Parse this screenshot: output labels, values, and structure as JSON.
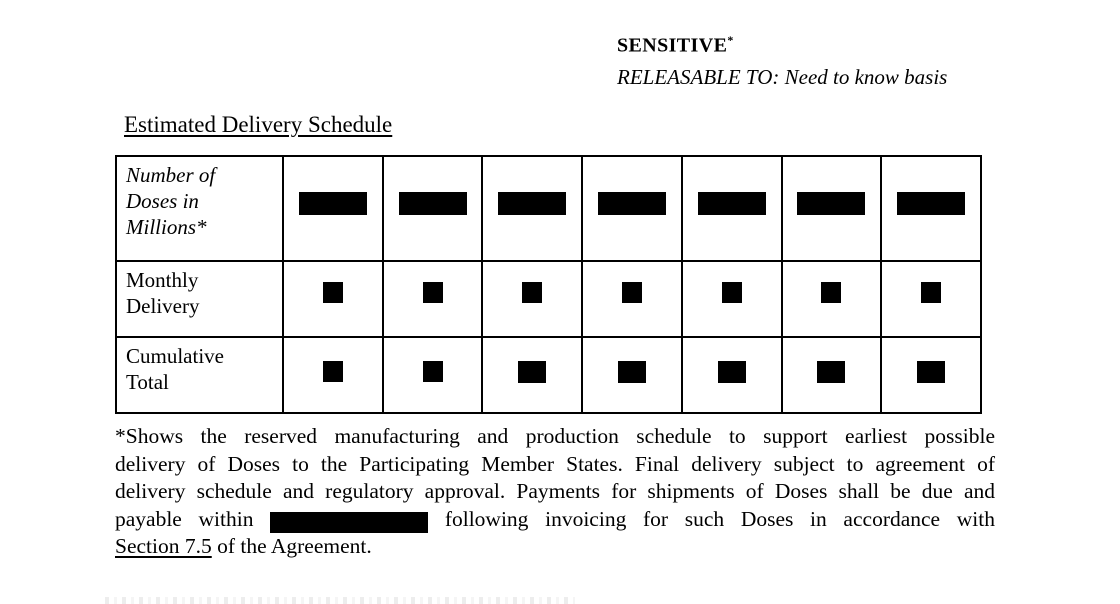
{
  "header": {
    "classification": "SENSITIVE",
    "classification_mark": "*",
    "releasable_line": "RELEASABLE TO: Need to know basis"
  },
  "heading": "Estimated Delivery Schedule",
  "table": {
    "row_labels": [
      "Number of\nDoses in\nMillions*",
      "Monthly\nDelivery",
      "Cumulative\nTotal"
    ],
    "data_columns": 7,
    "cell_content": "redacted"
  },
  "footnote": {
    "line1": "*Shows the reserved manufacturing and production schedule to support earliest possible",
    "line2": "delivery of Doses to the Participating Member States. Final delivery subject to agreement of",
    "line3": "delivery schedule and regulatory approval. Payments for shipments of Doses shall be due and",
    "line4_before": "payable within",
    "line4_after": "following invoicing for such Doses in accordance with",
    "line5_link": "Section 7.5",
    "line5_rest": " of the Agreement."
  },
  "colors": {
    "ink": "#000000",
    "paper": "#ffffff"
  }
}
